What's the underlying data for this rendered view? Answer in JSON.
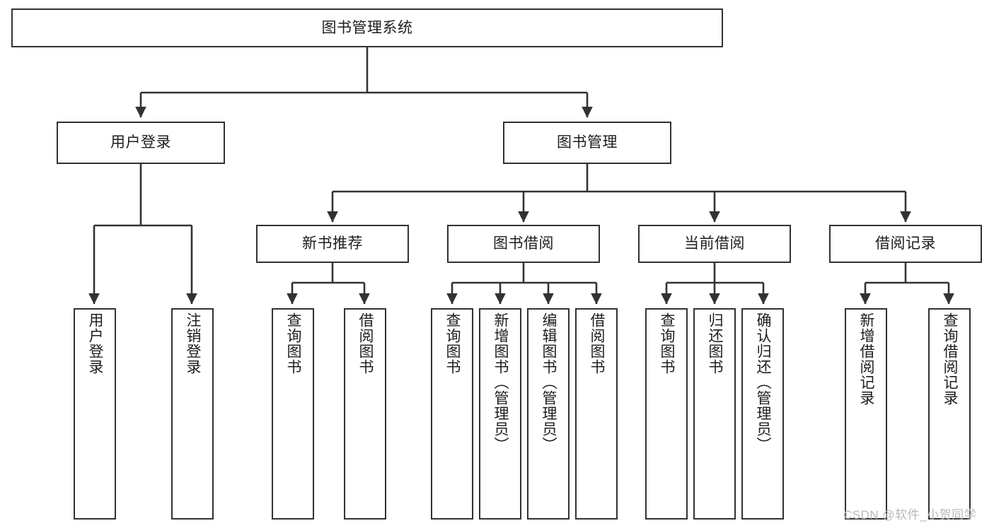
{
  "diagram": {
    "title": "图书管理系统",
    "type": "tree-hierarchy-chart",
    "colors": {
      "box_border": "#323232",
      "box_fill": "#ffffff",
      "edge": "#323232",
      "text": "#1d1d1d",
      "watermark": "#b9b9b9",
      "background": "#ffffff"
    },
    "root": {
      "label": "图书管理系统",
      "children": [
        {
          "label": "用户登录",
          "children": [
            {
              "label": "用户登录"
            },
            {
              "label": "注销登录"
            }
          ]
        },
        {
          "label": "图书管理",
          "children": [
            {
              "label": "新书推荐",
              "children": [
                {
                  "label": "查询图书"
                },
                {
                  "label": "借阅图书"
                }
              ]
            },
            {
              "label": "图书借阅",
              "children": [
                {
                  "label": "查询图书"
                },
                {
                  "label": "新增图书（管理员）"
                },
                {
                  "label": "编辑图书（管理员）"
                },
                {
                  "label": "借阅图书"
                }
              ]
            },
            {
              "label": "当前借阅",
              "children": [
                {
                  "label": "查询图书"
                },
                {
                  "label": "归还图书"
                },
                {
                  "label": "确认归还（管理员）"
                }
              ]
            },
            {
              "label": "借阅记录",
              "children": [
                {
                  "label": "新增借阅记录"
                },
                {
                  "label": "查询借阅记录"
                }
              ]
            }
          ]
        }
      ]
    }
  },
  "nodes": {
    "root": "图书管理系统",
    "user_login_group": "用户登录",
    "book_manage_group": "图书管理",
    "new_book_recommend": "新书推荐",
    "book_borrow": "图书借阅",
    "current_borrow": "当前借阅",
    "borrow_record": "借阅记录",
    "leaf_user_login": "用户登录",
    "leaf_logout": "注销登录",
    "leaf_query_book_1": "查询图书",
    "leaf_borrow_book_1": "借阅图书",
    "leaf_query_book_2": "查询图书",
    "leaf_add_book_admin": "新增图书（管理员）",
    "leaf_edit_book_admin": "编辑图书（管理员）",
    "leaf_borrow_book_2": "借阅图书",
    "leaf_query_book_3": "查询图书",
    "leaf_return_book": "归还图书",
    "leaf_confirm_return_admin": "确认归还（管理员）",
    "leaf_add_record": "新增借阅记录",
    "leaf_query_record": "查询借阅记录"
  },
  "watermark": {
    "text": "CSDN @软件_小贺同学"
  }
}
